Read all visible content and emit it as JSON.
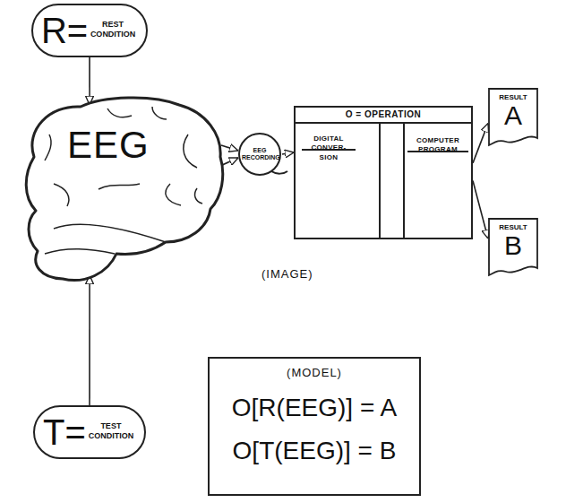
{
  "diagram": {
    "nodes": [
      {
        "text": [
          "R=",
          "REST CONDITION"
        ]
      },
      {
        "text": [
          "EEG"
        ]
      },
      {
        "text": [
          "EEG RECORDING"
        ]
      },
      {
        "text": [
          "O = OPERATION"
        ]
      },
      {
        "text": [
          "DIGITAL CONVER- SION"
        ],
        "in": 3
      },
      {
        "text": [
          "COMPUTER PROGRAM"
        ],
        "in": 3
      },
      {
        "text": [
          "RESULT",
          "A"
        ]
      },
      {
        "text": [
          "RESULT",
          "B"
        ]
      },
      {
        "text": [
          "T=",
          "TEST CONDITION"
        ]
      },
      {
        "text": [
          "(MODEL)",
          "O[R(EEG)] = A",
          "O[T(EEG)] = B"
        ]
      }
    ],
    "edges": [
      {
        "from": 0,
        "to": 1,
        "arrow": "to"
      },
      {
        "from": 8,
        "to": 1,
        "arrow": "to"
      },
      {
        "from": 1,
        "to": 2,
        "arrow": "to"
      },
      {
        "from": 1,
        "to": 2,
        "arrow": "to"
      },
      {
        "from": 2,
        "to": 4,
        "arrow": "to"
      },
      {
        "from": 4,
        "to": 5,
        "arrow": "to"
      },
      {
        "from": 5,
        "to": 6,
        "arrow": "to"
      },
      {
        "from": 5,
        "to": 7,
        "arrow": "to"
      }
    ],
    "labels": [
      "(IMAGE)"
    ]
  }
}
